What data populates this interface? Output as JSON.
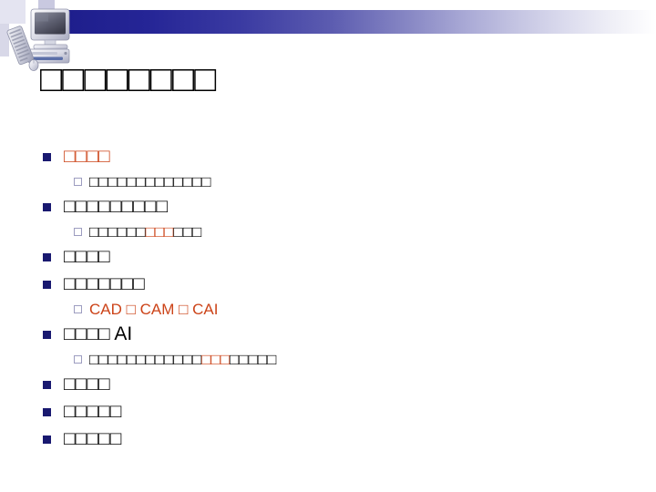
{
  "slide": {
    "background_color": "#ffffff",
    "accent_color": "#191970",
    "emphasis_color": "#cc4318",
    "header": {
      "gradient_from": "#1e1e8c",
      "gradient_to": "#ffffff",
      "clipart_name": "desktop-computer-clipart"
    },
    "title": "□□□□□□□□",
    "outline": [
      {
        "level": 1,
        "parts": [
          {
            "text": "□□□□",
            "emphasis": true
          }
        ]
      },
      {
        "level": 2,
        "parts": [
          {
            "text": "□□□□□□□□□□□□□",
            "emphasis": false
          }
        ]
      },
      {
        "level": 1,
        "parts": [
          {
            "text": "□□□□□□□□□",
            "emphasis": false
          }
        ]
      },
      {
        "level": 2,
        "parts": [
          {
            "text": "□□□□□□",
            "emphasis": false
          },
          {
            "text": "□□□",
            "emphasis": true
          },
          {
            "text": "□□□",
            "emphasis": false
          }
        ]
      },
      {
        "level": 1,
        "parts": [
          {
            "text": "□□□□",
            "emphasis": false
          }
        ]
      },
      {
        "level": 1,
        "parts": [
          {
            "text": "□□□□□□□",
            "emphasis": false
          }
        ]
      },
      {
        "level": 2,
        "parts": [
          {
            "text": "CAD □ CAM □ CAI",
            "emphasis": true
          }
        ]
      },
      {
        "level": 1,
        "parts": [
          {
            "text": "□□□□ AI",
            "emphasis": false
          }
        ]
      },
      {
        "level": 2,
        "parts": [
          {
            "text": "□□□□□□□□□□□□",
            "emphasis": false
          },
          {
            "text": "□□□",
            "emphasis": true
          },
          {
            "text": "□□□□□",
            "emphasis": false
          }
        ]
      },
      {
        "level": 1,
        "parts": [
          {
            "text": "□□□□",
            "emphasis": false
          }
        ]
      },
      {
        "level": 1,
        "parts": [
          {
            "text": "□□□□□",
            "emphasis": false
          }
        ]
      },
      {
        "level": 1,
        "parts": [
          {
            "text": "□□□□□",
            "emphasis": false
          }
        ]
      }
    ]
  }
}
